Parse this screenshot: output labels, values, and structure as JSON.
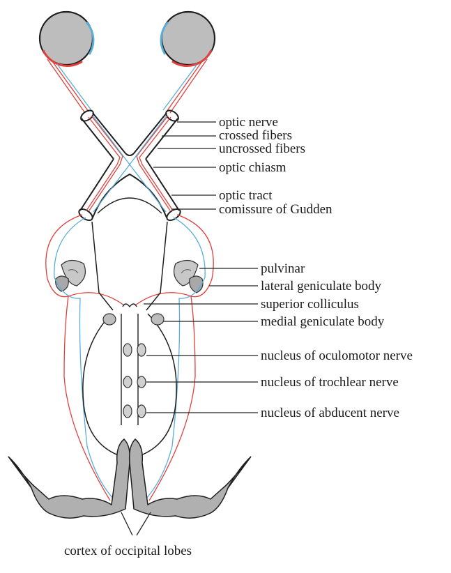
{
  "labels": {
    "optic_nerve": "optic nerve",
    "crossed_fibers": "crossed fibers",
    "uncrossed_fibers": "uncrossed fibers",
    "optic_chiasm": "optic chiasm",
    "optic_tract": "optic tract",
    "commissure_gudden": "comissure of Gudden",
    "pulvinar": "pulvinar",
    "lateral_geniculate": "lateral geniculate body",
    "superior_colliculus": "superior colliculus",
    "medial_geniculate": "medial geniculate body",
    "nucleus_oculomotor": "nucleus of oculomotor nerve",
    "nucleus_trochlear": "nucleus of trochlear nerve",
    "nucleus_abducent": "nucleus of abducent nerve",
    "cortex_occipital": "cortex of occipital lobes"
  },
  "colors": {
    "crossed_fiber": "#e0403c",
    "uncrossed_fiber": "#5aaed8",
    "gray_matter": "#b4b4b4",
    "outline": "#1e1e1e"
  }
}
